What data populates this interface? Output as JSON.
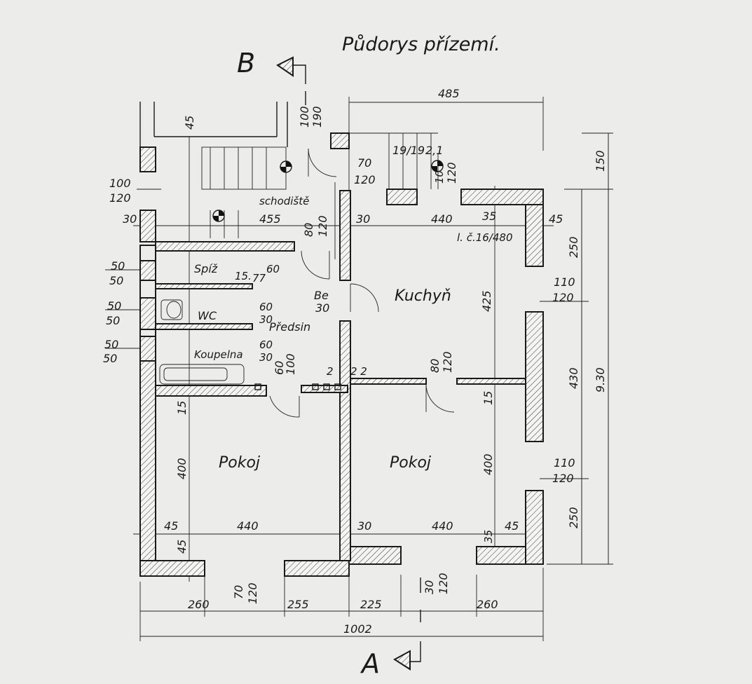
{
  "title": "Půdorys přízemí.",
  "section_marks": {
    "b": "B",
    "a": "A"
  },
  "rooms": {
    "kitchen": "Kuchyň",
    "room_left": "Pokoj",
    "room_right": "Pokoj",
    "pantry": "Spíž",
    "wc": "WC",
    "hall": "Předsin",
    "bathroom": "Koupelna",
    "stairs": "schodiště",
    "be": "Be"
  },
  "stair_label": "l. č.16/480",
  "dims": {
    "top_485": "485",
    "left_100": "100",
    "left_120": "120",
    "left_30": "30",
    "top_45": "45",
    "top_100": "100",
    "top_190": "190",
    "door_70": "70",
    "door_120": "120",
    "ratio": "19/19",
    "ratio_b": "2,1",
    "r10": "10",
    "r120": "120",
    "d455": "455",
    "d80": "80",
    "d120b": "120",
    "d30": "30",
    "d440": "440",
    "d35": "35",
    "d45r": "45",
    "right_150": "150",
    "right_250": "250",
    "right_430": "430",
    "right_930": "9.30",
    "right_250b": "250",
    "w110": "110",
    "w120": "120",
    "w110b": "110",
    "w120b": "120",
    "k425": "425",
    "sp50a": "50",
    "sp50b": "50",
    "wc50a": "50",
    "wc50b": "50",
    "ko50a": "50",
    "ko50b": "50",
    "sp60": "60",
    "sp15": "15.",
    "sp77": "77",
    "wc60": "60",
    "wc30": "30",
    "ko60": "60",
    "ko30": "30",
    "be30": "30",
    "door60": "60",
    "door100": "100",
    "n2a": "2",
    "n2b": "2 2",
    "k80": "80",
    "k120": "120",
    "p15l": "15",
    "p400l": "400",
    "p15r": "15",
    "p400r": "400",
    "b45": "45",
    "b440": "440",
    "b30": "30",
    "b440r": "440",
    "b45r": "45",
    "v45": "45",
    "v35": "35",
    "w70": "70",
    "w120c": "120",
    "w30": "30",
    "w120d": "120",
    "bot260": "260",
    "bot255": "255",
    "bot225": "225",
    "bot260r": "260",
    "total": "1002"
  }
}
